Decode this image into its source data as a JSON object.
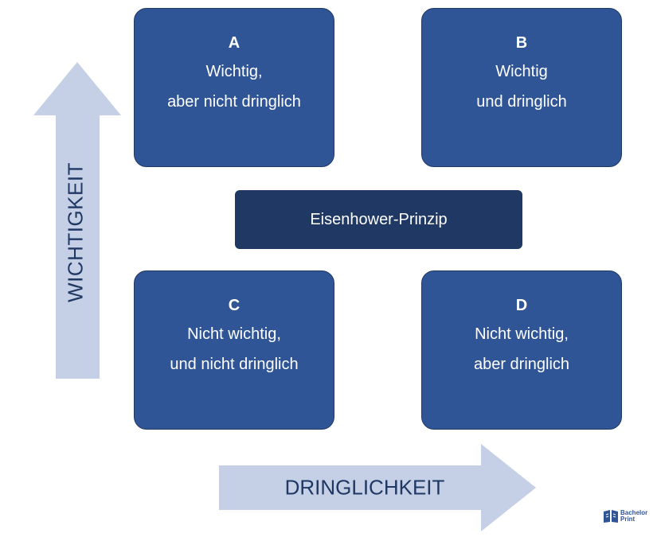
{
  "axes": {
    "vertical_label": "WICHTIGKEIT",
    "horizontal_label": "DRINGLICHKEIT"
  },
  "center": {
    "title": "Eisenhower-Prinzip"
  },
  "quadrants": [
    {
      "letter": "A",
      "line1": "Wichtig,",
      "line2": "aber nicht dringlich"
    },
    {
      "letter": "B",
      "line1": "Wichtig",
      "line2": "und dringlich"
    },
    {
      "letter": "C",
      "line1": "Nicht wichtig,",
      "line2": "und nicht dringlich"
    },
    {
      "letter": "D",
      "line1": "Nicht wichtig,",
      "line2": "aber dringlich"
    }
  ],
  "logo": {
    "line1": "Bachelor",
    "line2": "Print"
  },
  "colors": {
    "box": "#2f5597",
    "center_box": "#203864",
    "arrow": "#c5cfe6",
    "axis_text": "#1f3864"
  }
}
